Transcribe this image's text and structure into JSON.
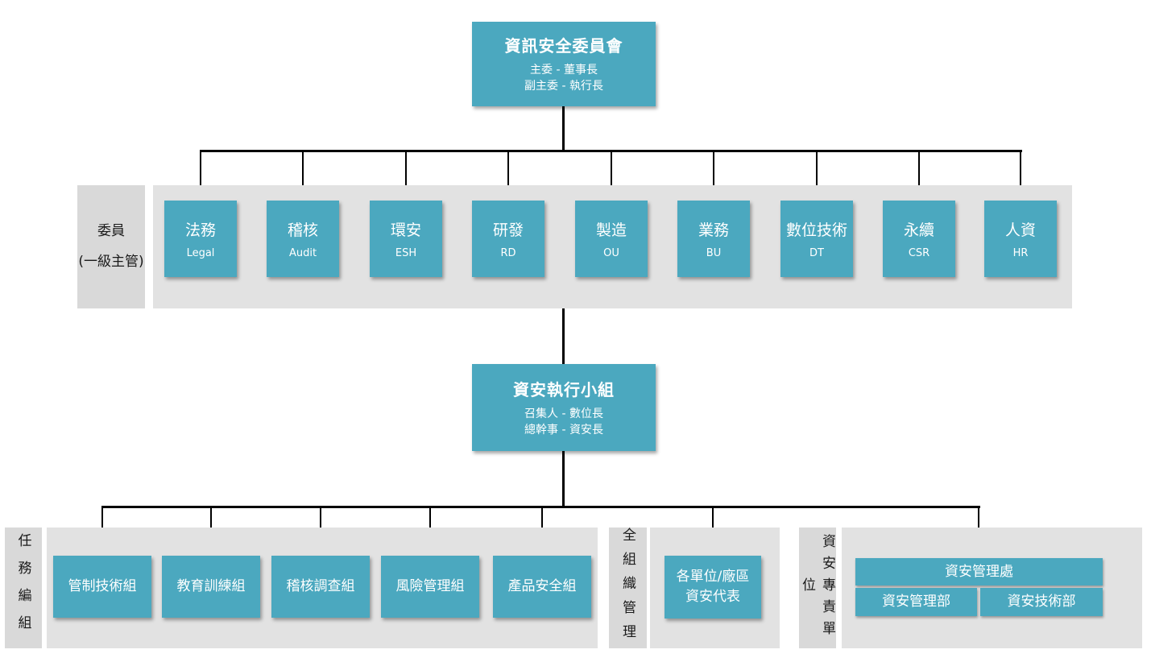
{
  "colors": {
    "node_teal": "#4ba8bf",
    "band_gray": "#e2e2e2",
    "label_gray": "#d9d9d9",
    "line_black": "#000000",
    "node_text": "#ffffff"
  },
  "committee": {
    "title": "資訊安全委員會",
    "line1": "主委 - 董事長",
    "line2": "副主委 - 執行長"
  },
  "members_row": {
    "label_line1": "委員",
    "label_line2": "(一級主管)",
    "departments": [
      {
        "zh": "法務",
        "en": "Legal"
      },
      {
        "zh": "稽核",
        "en": "Audit"
      },
      {
        "zh": "環安",
        "en": "ESH"
      },
      {
        "zh": "研發",
        "en": "RD"
      },
      {
        "zh": "製造",
        "en": "OU"
      },
      {
        "zh": "業務",
        "en": "BU"
      },
      {
        "zh": "數位技術",
        "en": "DT"
      },
      {
        "zh": "永續",
        "en": "CSR"
      },
      {
        "zh": "人資",
        "en": "HR"
      }
    ]
  },
  "execution_team": {
    "title": "資安執行小組",
    "line1": "召集人 - 數位長",
    "line2": "總幹事 - 資安長"
  },
  "task_section": {
    "label": "任務編組",
    "groups": [
      "管制技術組",
      "教育訓練組",
      "稽核調查組",
      "風險管理組",
      "產品安全組"
    ]
  },
  "org_section": {
    "label": "全組織管理",
    "box_line1": "各單位/廠區",
    "box_line2": "資安代表"
  },
  "dedicated_section": {
    "label": "資安專責單位",
    "division": "資安管理處",
    "dept1": "資安管理部",
    "dept2": "資安技術部"
  }
}
